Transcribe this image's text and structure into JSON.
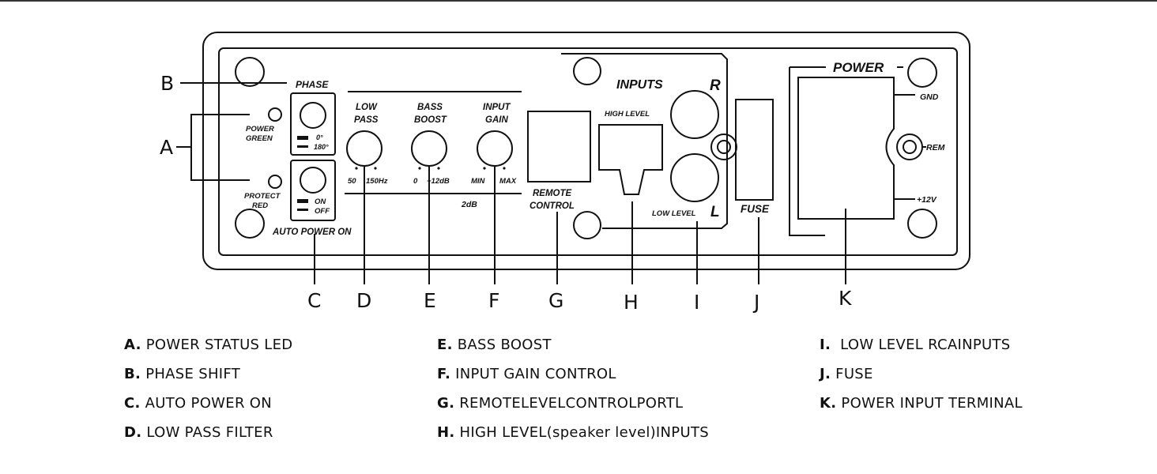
{
  "panel": {
    "phase": "PHASE",
    "phase_0": "0°",
    "phase_180": "180°",
    "power_green": [
      "POWER",
      "GREEN"
    ],
    "protect_red": [
      "PROTECT",
      "RED"
    ],
    "switch_on": "ON",
    "switch_off": "OFF",
    "auto_power_on": "AUTO POWER ON",
    "low_pass": [
      "LOW",
      "PASS"
    ],
    "low_pass_50": "50",
    "low_pass_150": "150Hz",
    "bass_boost": [
      "BASS",
      "BOOST"
    ],
    "bass_0": "0",
    "bass_12": "+12dB",
    "input_gain": [
      "INPUT",
      "GAIN"
    ],
    "gain_min": "MIN",
    "gain_max": "MAX",
    "two_db": "2dB",
    "inputs": "INPUTS",
    "r": "R",
    "l": "L",
    "high_level": "HIGH  LEVEL",
    "low_level": "LOW  LEVEL",
    "remote_control": [
      "REMOTE",
      "CONTROL"
    ],
    "fuse": "FUSE",
    "power": "POWER",
    "gnd": "GND",
    "rem": "REM",
    "plus12v": "+12V"
  },
  "callouts": {
    "A": "A",
    "B": "B",
    "C": "C",
    "D": "D",
    "E": "E",
    "F": "F",
    "G": "G",
    "H": "H",
    "I": "I",
    "J": "J",
    "K": "K"
  },
  "legend": [
    {
      "letter": "A.",
      "text": " POWER STATUS LED"
    },
    {
      "letter": "B.",
      "text": " PHASE SHIFT"
    },
    {
      "letter": "C.",
      "text": " AUTO POWER ON"
    },
    {
      "letter": "D.",
      "text": " LOW PASS FILTER"
    },
    {
      "letter": "E.",
      "text": " BASS BOOST"
    },
    {
      "letter": "F.",
      "text": " INPUT GAIN CONTROL"
    },
    {
      "letter": "G.",
      "text": " REMOTELEVELCONTROLPORTL"
    },
    {
      "letter": "H.",
      "text": " HIGH LEVEL(speaker level)INPUTS"
    },
    {
      "letter": "I.",
      "text": "  LOW LEVEL RCAINPUTS"
    },
    {
      "letter": "J.",
      "text": " FUSE"
    },
    {
      "letter": "K.",
      "text": " POWER INPUT TERMINAL"
    }
  ]
}
